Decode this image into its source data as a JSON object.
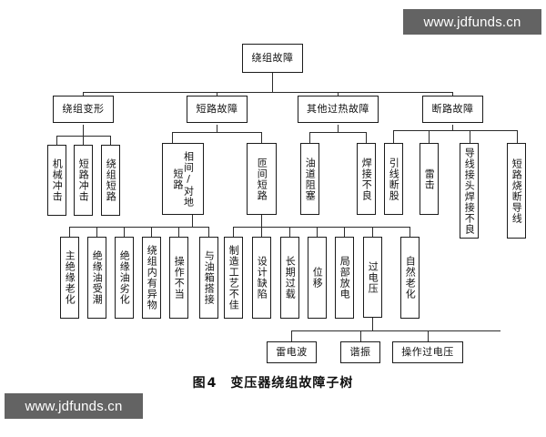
{
  "figure": {
    "caption_label": "图4",
    "caption_title": "变压器绕组故障子树"
  },
  "watermarks": {
    "top": "www.jdfunds.cn",
    "bottom": "www.jdfunds.cn"
  },
  "colors": {
    "line": "#2b2b2b",
    "box_border": "#1b1b1b",
    "box_fill": "#ffffff",
    "text": "#111111",
    "watermark_bg": "#636363",
    "watermark_text": "#ffffff",
    "page_bg": "#ffffff"
  },
  "tree": {
    "root": {
      "label": "绕组故障"
    },
    "level2": [
      {
        "label": "绕组变形"
      },
      {
        "label": "短路故障"
      },
      {
        "label": "其他过热故障"
      },
      {
        "label": "断路故障"
      }
    ],
    "level3": [
      {
        "label": "机械冲击",
        "parent": "绕组变形"
      },
      {
        "label": "短路冲击",
        "parent": "绕组变形"
      },
      {
        "label": "绕组短路",
        "parent": "绕组变形"
      },
      {
        "label": "相间/对地短路",
        "parent": "短路故障"
      },
      {
        "label": "匝间短路",
        "parent": "短路故障"
      },
      {
        "label": "油道阻塞",
        "parent": "其他过热故障"
      },
      {
        "label": "焊接不良",
        "parent": "其他过热故障"
      },
      {
        "label": "引线断股",
        "parent": "断路故障"
      },
      {
        "label": "雷击",
        "parent": "断路故障"
      },
      {
        "label": "导线接头焊接不良",
        "parent": "断路故障"
      },
      {
        "label": "短路烧断导线",
        "parent": "断路故障"
      }
    ],
    "level4": [
      {
        "label": "主绝缘老化",
        "parent": "相间/对地短路"
      },
      {
        "label": "绝缘油受潮",
        "parent": "相间/对地短路"
      },
      {
        "label": "绝缘油劣化",
        "parent": "相间/对地短路"
      },
      {
        "label": "绕组内有异物",
        "parent": "相间/对地短路"
      },
      {
        "label": "操作不当",
        "parent": "相间/对地短路"
      },
      {
        "label": "与油箱搭接",
        "parent": "相间/对地短路"
      },
      {
        "label": "制造工艺不佳",
        "parent": "匝间短路"
      },
      {
        "label": "设计缺陷",
        "parent": "匝间短路"
      },
      {
        "label": "长期过载",
        "parent": "匝间短路"
      },
      {
        "label": "位移",
        "parent": "匝间短路"
      },
      {
        "label": "局部放电",
        "parent": "匝间短路"
      },
      {
        "label": "过电压",
        "parent": "匝间短路"
      },
      {
        "label": "自然老化",
        "parent": "匝间短路"
      }
    ],
    "level5": [
      {
        "label": "雷电波",
        "parent": "过电压"
      },
      {
        "label": "谐振",
        "parent": "过电压"
      },
      {
        "label": "操作过电压",
        "parent": "过电压"
      }
    ]
  }
}
